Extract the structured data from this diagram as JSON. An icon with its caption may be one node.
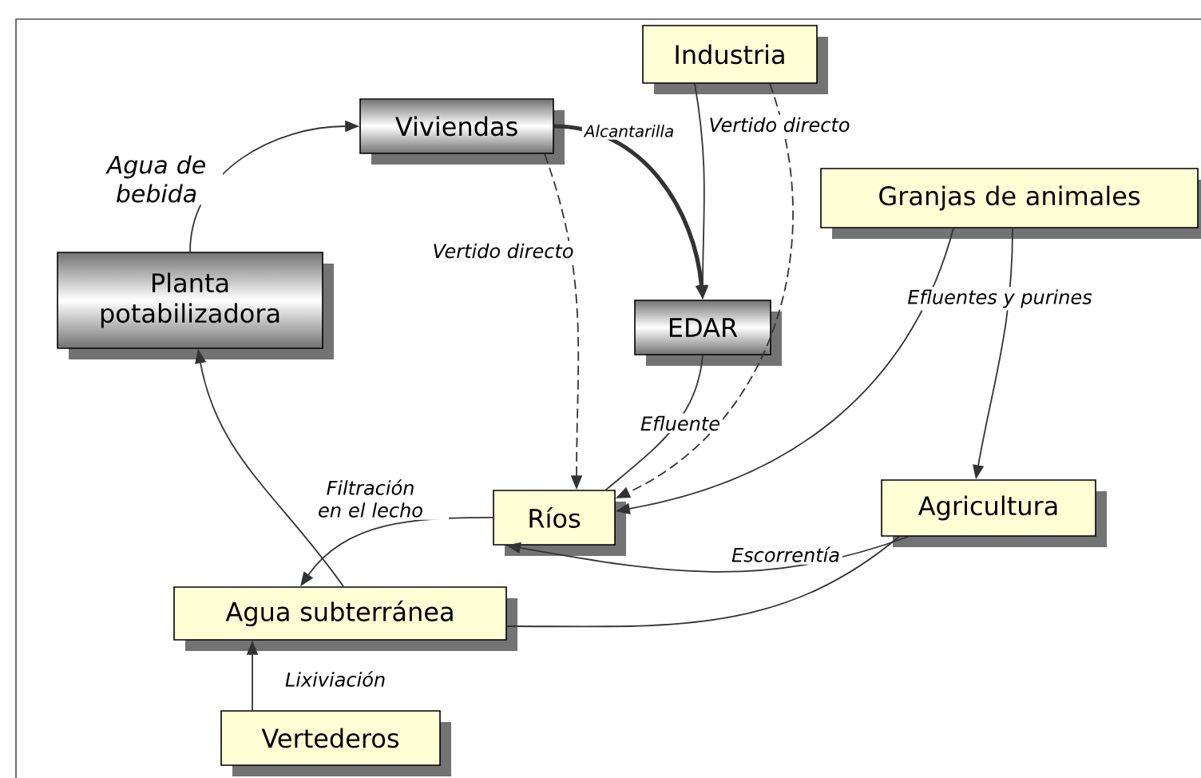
{
  "diagram": {
    "nodes": [
      {
        "text": [
          "Industria"
        ]
      },
      {
        "text": [
          "Viviendas"
        ]
      },
      {
        "text": [
          "Granjas de animales"
        ]
      },
      {
        "text": [
          "Planta potabilizadora"
        ]
      },
      {
        "text": [
          "EDAR"
        ]
      },
      {
        "text": [
          "Ríos"
        ]
      },
      {
        "text": [
          "Agricultura"
        ]
      },
      {
        "text": [
          "Agua subterránea"
        ]
      },
      {
        "text": [
          "Vertederos"
        ]
      }
    ],
    "edges": [
      {
        "from": 3,
        "to": 1,
        "arrow": "to",
        "label": "Agua de bebida"
      },
      {
        "from": 1,
        "to": 4,
        "arrow": "to",
        "label": "Alcantarilla",
        "style": "thick"
      },
      {
        "from": 0,
        "to": 4,
        "arrow": "to"
      },
      {
        "from": 1,
        "to": 5,
        "arrow": "to",
        "label": "Vertido directo",
        "style": "dashed"
      },
      {
        "from": 0,
        "to": 5,
        "arrow": "to",
        "label": "Vertido directo",
        "style": "dashed"
      },
      {
        "from": 4,
        "to": 5,
        "arrow": "none",
        "label": "Efluente"
      },
      {
        "from": 2,
        "to": 5,
        "arrow": "to",
        "label": "Efluentes y purines"
      },
      {
        "from": 2,
        "to": 6,
        "arrow": "to"
      },
      {
        "from": 6,
        "to": 5,
        "arrow": "to",
        "label": "Escorrentía"
      },
      {
        "from": 6,
        "to": 7,
        "arrow": "none"
      },
      {
        "from": 5,
        "to": 7,
        "arrow": "to",
        "label": "Filtración en el lecho"
      },
      {
        "from": 7,
        "to": 3,
        "arrow": "to"
      },
      {
        "from": 8,
        "to": 7,
        "arrow": "to",
        "label": "Lixiviación"
      }
    ]
  }
}
